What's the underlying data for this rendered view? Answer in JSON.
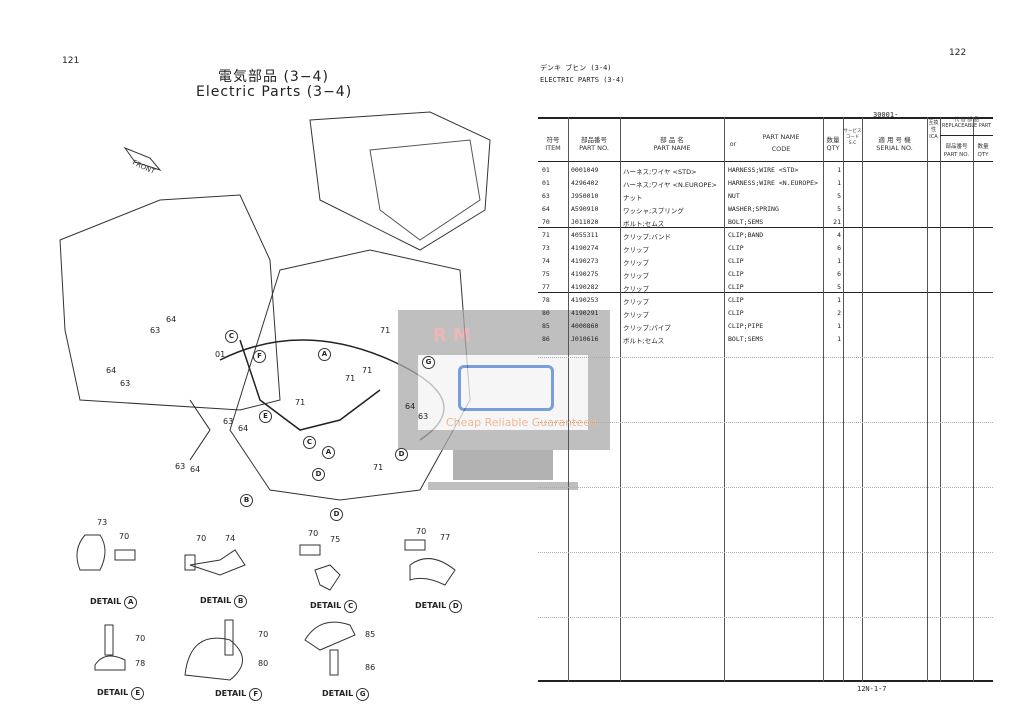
{
  "left_page": {
    "page_number": "121",
    "title_jp": "電気部品 (3−4)",
    "title_en": "Electric Parts (3−4)",
    "front_label": "FRONT",
    "callouts": [
      "63",
      "64",
      "64",
      "63",
      "63",
      "64",
      "63",
      "64",
      "01",
      "71",
      "71",
      "71",
      "71",
      "71",
      "64",
      "63",
      "C",
      "F",
      "A",
      "G",
      "E",
      "C",
      "A",
      "D",
      "D",
      "B",
      "D"
    ],
    "details": [
      {
        "label": "DETAIL",
        "letter": "A",
        "parts": [
          "73",
          "70"
        ]
      },
      {
        "label": "DETAIL",
        "letter": "B",
        "parts": [
          "70",
          "74"
        ]
      },
      {
        "label": "DETAIL",
        "letter": "C",
        "parts": [
          "70",
          "75"
        ]
      },
      {
        "label": "DETAIL",
        "letter": "D",
        "parts": [
          "70",
          "77"
        ]
      },
      {
        "label": "DETAIL",
        "letter": "E",
        "parts": [
          "70",
          "78"
        ]
      },
      {
        "label": "DETAIL",
        "letter": "F",
        "parts": [
          "70",
          "80"
        ]
      },
      {
        "label": "DETAIL",
        "letter": "G",
        "parts": [
          "85",
          "86"
        ]
      }
    ]
  },
  "right_page": {
    "page_number": "122",
    "title_kana": "デンキ ブヒン (3-4)",
    "title_en": "ELECTRIC PARTS (3-4)",
    "serial_range": "30001-",
    "footer_code": "12N-1-7",
    "headers": {
      "item_jp": "符号",
      "item": "ITEM",
      "partno_jp": "部品番号",
      "partno": "PART NO.",
      "name_jp": "部 品 名",
      "name": "PART NAME",
      "or": "or",
      "name2": "PART NAME",
      "code": "CODE",
      "qty_jp": "数量",
      "qty": "QTY",
      "sc_jp": "サービスコード",
      "sc": "S.C",
      "serial_jp": "適 用 号 機",
      "serial": "SERIAL NO.",
      "ica_jp": "互換性",
      "ica": "ICA",
      "repl_jp": "代 替 部 品",
      "repl": "REPLACEABLE PART",
      "repl_partno_jp": "部品番号",
      "repl_partno": "PART NO.",
      "repl_qty_jp": "数量",
      "repl_qty": "QTY"
    },
    "rows": [
      {
        "item": "01",
        "part_no": "0001049",
        "name_jp": "ハーネス;ワイヤ <STD>",
        "name": "HARNESS;WIRE <STD>",
        "qty": "1"
      },
      {
        "item": "01",
        "part_no": "4296402",
        "name_jp": "ハーネス;ワイヤ <N.EUROPE>",
        "name": "HARNESS;WIRE <N.EUROPE>",
        "qty": "1"
      },
      {
        "item": "63",
        "part_no": "J950010",
        "name_jp": "ナット",
        "name": "NUT",
        "qty": "5"
      },
      {
        "item": "64",
        "part_no": "A590910",
        "name_jp": "ワッシャ;スプリング",
        "name": "WASHER;SPRING",
        "qty": "5"
      },
      {
        "item": "70",
        "part_no": "J011020",
        "name_jp": "ボルト;セムス",
        "name": "BOLT;SEMS",
        "qty": "21"
      },
      {
        "item": "71",
        "part_no": "4055311",
        "name_jp": "クリップ;バンド",
        "name": "CLIP;BAND",
        "qty": "4"
      },
      {
        "item": "73",
        "part_no": "4190274",
        "name_jp": "クリップ",
        "name": "CLIP",
        "qty": "6"
      },
      {
        "item": "74",
        "part_no": "4190273",
        "name_jp": "クリップ",
        "name": "CLIP",
        "qty": "1"
      },
      {
        "item": "75",
        "part_no": "4190275",
        "name_jp": "クリップ",
        "name": "CLIP",
        "qty": "6"
      },
      {
        "item": "77",
        "part_no": "4190282",
        "name_jp": "クリップ",
        "name": "CLIP",
        "qty": "5"
      },
      {
        "item": "78",
        "part_no": "4190253",
        "name_jp": "クリップ",
        "name": "CLIP",
        "qty": "1"
      },
      {
        "item": "80",
        "part_no": "4190291",
        "name_jp": "クリップ",
        "name": "CLIP",
        "qty": "2"
      },
      {
        "item": "85",
        "part_no": "4000860",
        "name_jp": "クリップ;パイプ",
        "name": "CLIP;PIPE",
        "qty": "1"
      },
      {
        "item": "86",
        "part_no": "J010616",
        "name_jp": "ボルト;セムス",
        "name": "BOLT;SEMS",
        "qty": "1"
      }
    ]
  },
  "watermark": {
    "brand": "RM",
    "tagline": "Cheap Reliable Guaranteed"
  }
}
